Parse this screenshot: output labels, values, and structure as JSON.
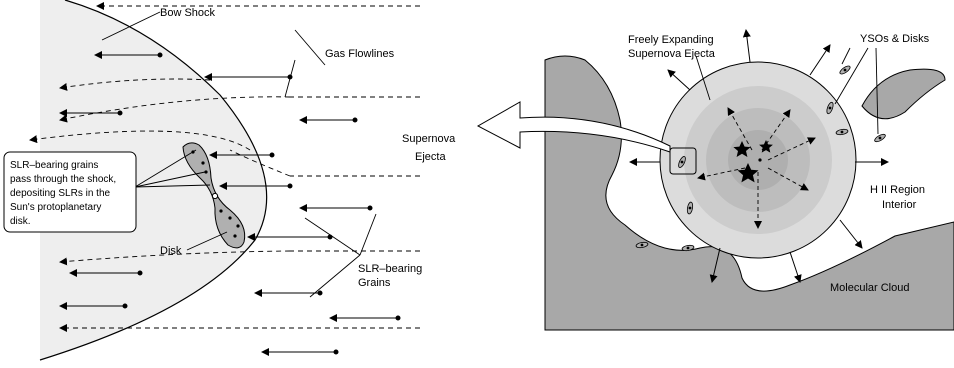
{
  "left_panel": {
    "labels": {
      "bow_shock": "Bow Shock",
      "gas_flowlines": "Gas Flowlines",
      "callout_line1": "SLR–bearing grains",
      "callout_line2": "pass through the shock,",
      "callout_line3": "depositing SLRs in the",
      "callout_line4": "Sun's protoplanetary",
      "callout_line5": "disk.",
      "disk": "Disk",
      "slr_grains_line1": "SLR–bearing",
      "slr_grains_line2": "Grains"
    }
  },
  "right_panel": {
    "labels": {
      "freely_line1": "Freely Expanding",
      "freely_line2": "Supernova Ejecta",
      "ysos": "YSOs & Disks",
      "supernova_line1": "Supernova",
      "supernova_line2": "Ejecta",
      "hii_line1": "H II Region",
      "hii_line2": "Interior",
      "molecular_cloud": "Molecular Cloud"
    }
  },
  "colors": {
    "cloud": "#a8a8a8",
    "shocked_region": "#eeeeee",
    "disk": "#b0b0b0",
    "ring_outer": "#dcdcdc",
    "ring_mid": "#cccccc",
    "ring_inner": "#bdbdbd",
    "ring_core": "#afafaf"
  }
}
